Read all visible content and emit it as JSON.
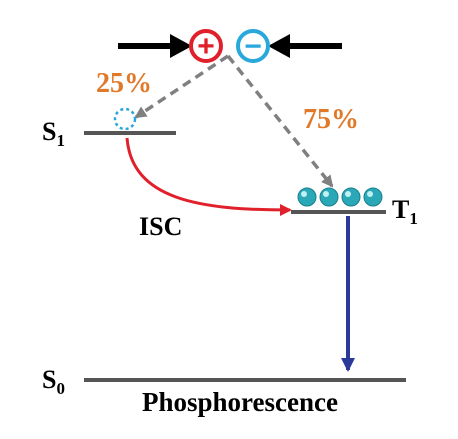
{
  "labels": {
    "percent_singlet": "25%",
    "percent_triplet": "75%",
    "isc": "ISC",
    "phosphorescence": "Phosphorescence"
  },
  "levels": {
    "s1": {
      "symbol": "S",
      "subscript": "1"
    },
    "t1": {
      "symbol": "T",
      "subscript": "1"
    },
    "s0": {
      "symbol": "S",
      "subscript": "0"
    }
  },
  "charges": {
    "positive": "+",
    "negative": "−"
  },
  "colors": {
    "level_line": "#555555",
    "charge_arrow": "#000000",
    "positive": "#e0202a",
    "negative": "#2aa8dc",
    "percent": "#e07a2a",
    "dashed": "#808080",
    "isc_arrow": "#e0202a",
    "phos_arrow": "#2b3a9a",
    "exciton": "#2aa8b8",
    "text": "#000000"
  },
  "triplet_exciton_count": 4
}
